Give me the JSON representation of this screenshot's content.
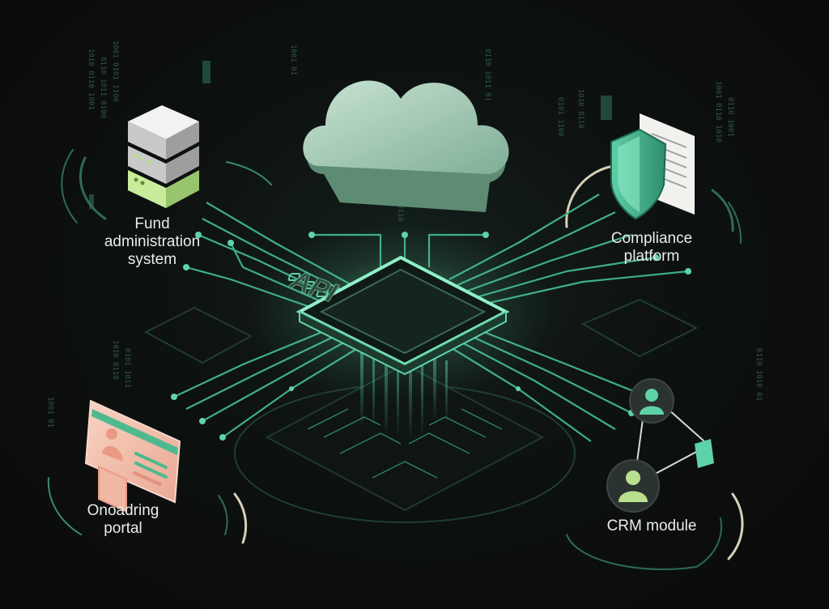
{
  "hub": {
    "label": "API"
  },
  "nodes": {
    "fund": {
      "line1": "Fund",
      "line2": "administration",
      "line3": "system"
    },
    "compliance": {
      "line1": "Compliance",
      "line2": "platform"
    },
    "onboarding": {
      "line1": "Onoadring",
      "line2": "portal"
    },
    "crm": {
      "line1": "CRM module"
    }
  },
  "colors": {
    "background": "#0b0d0c",
    "accent": "#5fd3a8",
    "trace": "#3fae88",
    "cloud": "#9fc7b0",
    "server_green": "#b8e08e",
    "card": "#f4c4b4",
    "text": "#e9ecea"
  }
}
